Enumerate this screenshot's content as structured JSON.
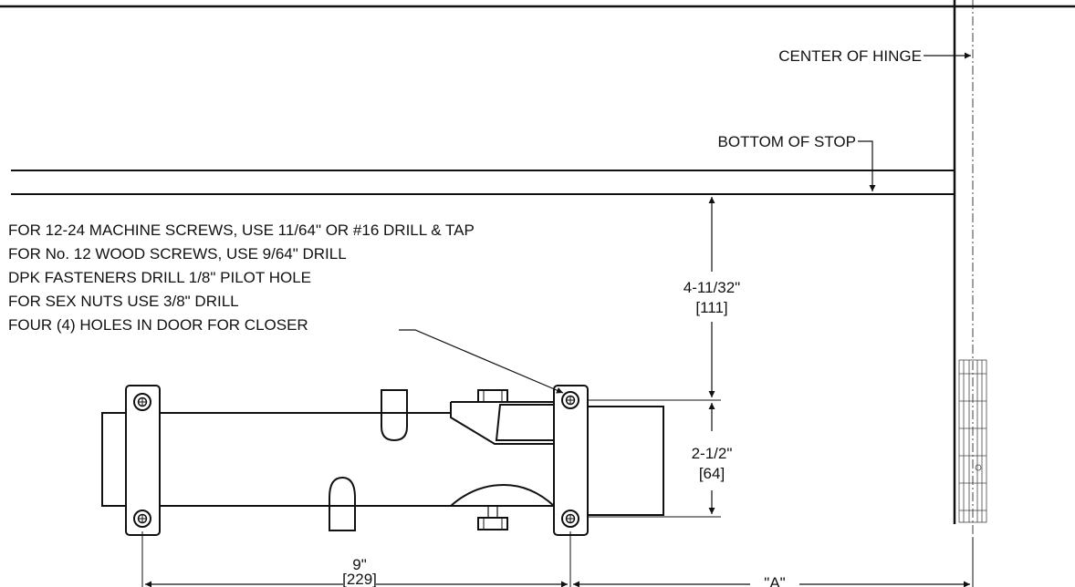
{
  "labels": {
    "center_of_hinge": "CENTER OF HINGE",
    "bottom_of_stop": "BOTTOM OF STOP"
  },
  "notes": [
    "FOR 12-24 MACHINE SCREWS, USE 11/64\" OR #16 DRILL & TAP",
    "FOR No. 12 WOOD SCREWS, USE 9/64\" DRILL",
    "DPK FASTENERS DRILL 1/8\"  PILOT HOLE",
    "FOR SEX NUTS USE 3/8\" DRILL",
    "FOUR (4) HOLES IN DOOR FOR CLOSER"
  ],
  "dimensions": {
    "vertical_top": {
      "imperial": "4-11/32\"",
      "metric": "[111]"
    },
    "vertical_bottom": {
      "imperial": "2-1/2\"",
      "metric": "[64]"
    },
    "horizontal_left": {
      "imperial": "9\"",
      "metric": "[229]"
    },
    "horizontal_right": {
      "label": "\"A\""
    }
  }
}
